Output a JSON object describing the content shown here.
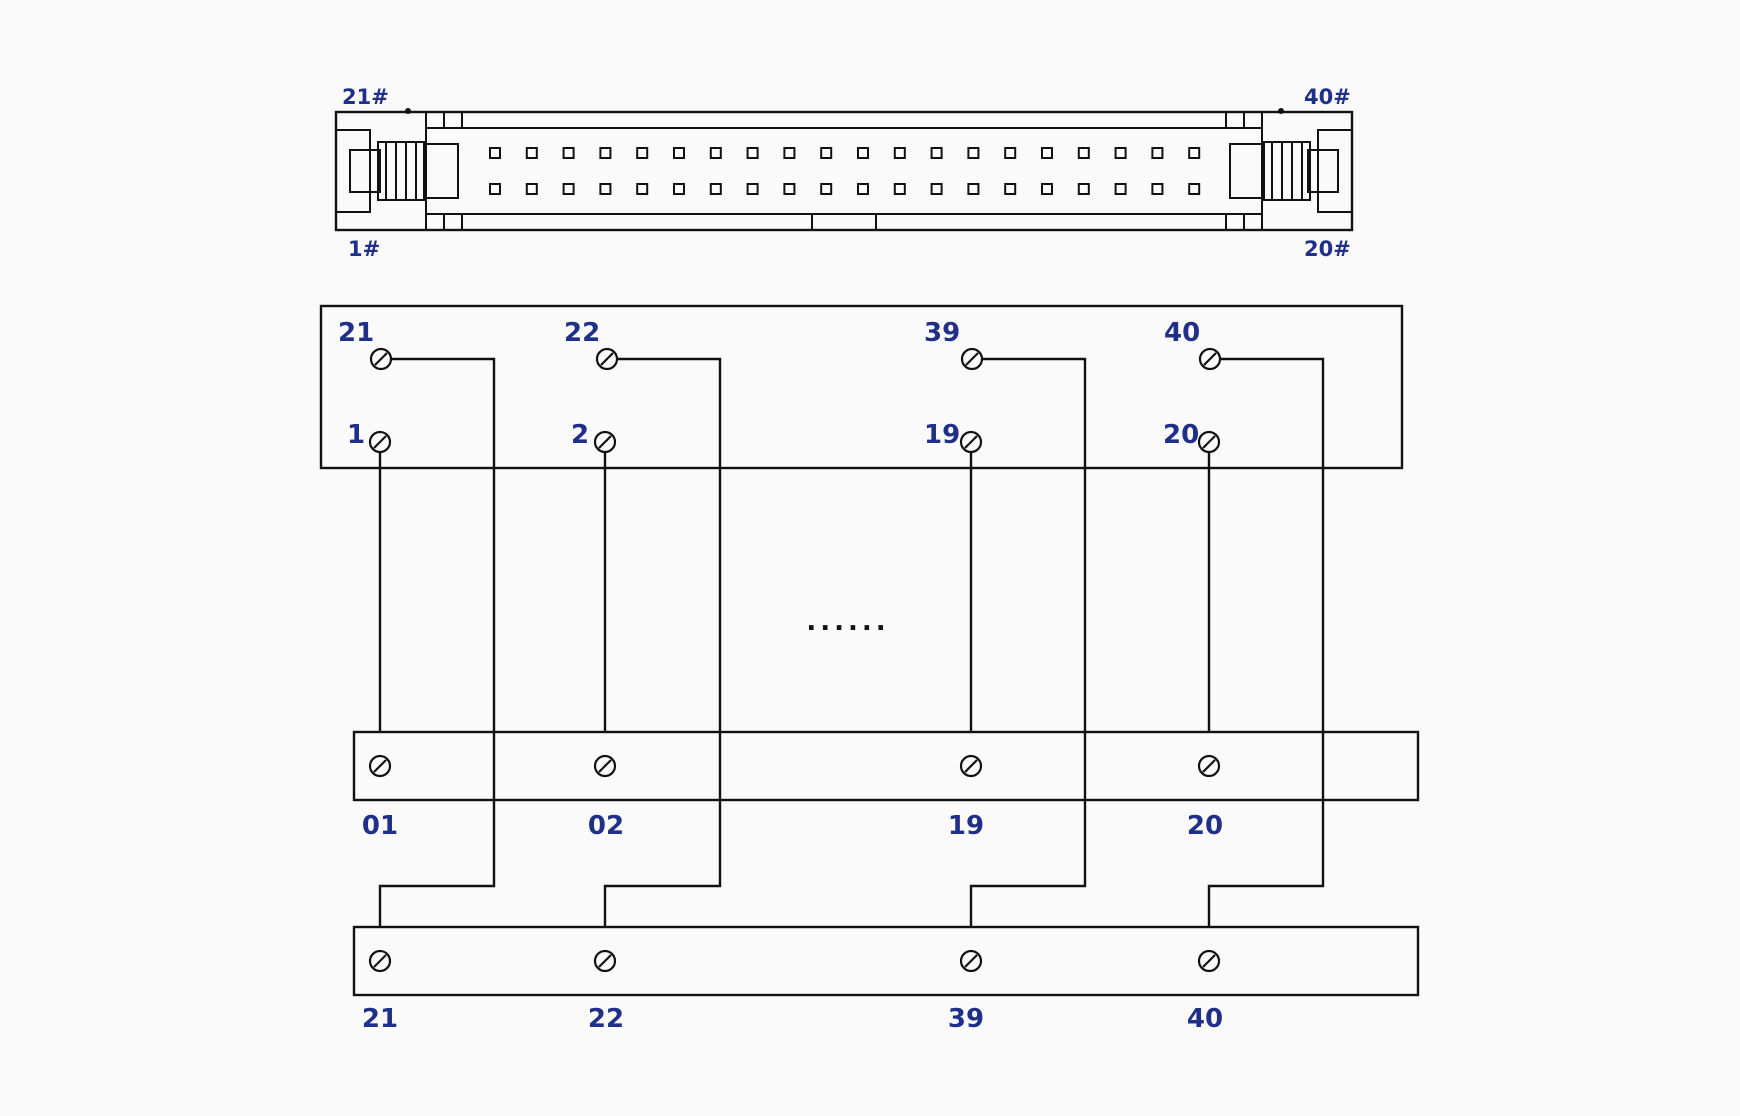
{
  "connector": {
    "corner_labels": {
      "top_left": "21#",
      "top_right": "40#",
      "bottom_left": "1#",
      "bottom_right": "20#"
    },
    "pins_per_row": 20,
    "rows": 2
  },
  "header_board": {
    "top_row_labels": [
      "21",
      "22",
      "39",
      "40"
    ],
    "bottom_row_labels": [
      "1",
      "2",
      "19",
      "20"
    ]
  },
  "ellipsis": "......",
  "terminal_strip_1": {
    "labels": [
      "01",
      "02",
      "19",
      "20"
    ]
  },
  "terminal_strip_2": {
    "labels": [
      "21",
      "22",
      "39",
      "40"
    ]
  },
  "icons": {
    "terminal": "screw-terminal-icon",
    "pin": "pin-socket-icon"
  },
  "colors": {
    "label": "#1f2f8a",
    "line": "#111111",
    "background": "#fafafa"
  }
}
